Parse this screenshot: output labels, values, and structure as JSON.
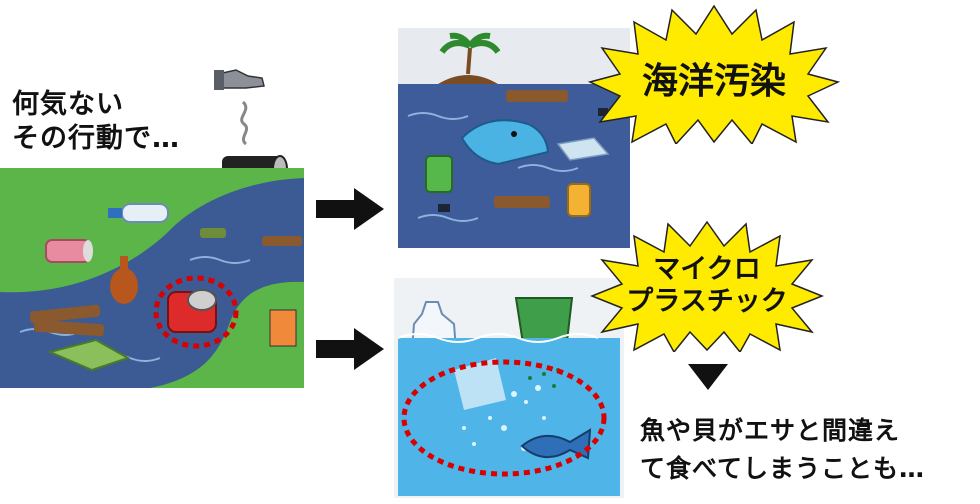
{
  "left_caption": "何気ない\nその行動で…",
  "burst_top": {
    "text": "海洋汚染",
    "color": "#ffeb00"
  },
  "burst_bottom": {
    "text": "マイクロ\nプラスチック",
    "color": "#ffeb00"
  },
  "bottom_caption": "魚や貝がエサと間違え\nて食べてしまうことも…",
  "colors": {
    "grass": "#5bb548",
    "river": "#3c5a93",
    "ocean_dark": "#3d5c99",
    "ocean_light": "#4fb4e8",
    "warning_circle": "#d80000",
    "arrow": "#111111"
  }
}
